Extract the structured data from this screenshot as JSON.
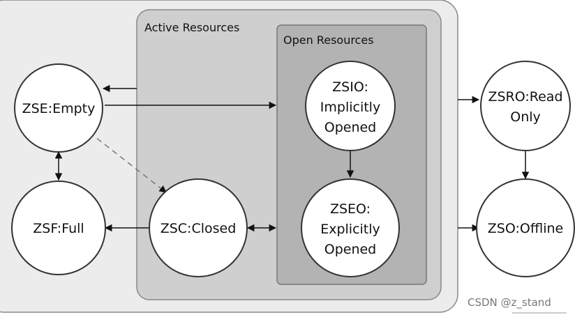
{
  "regions": {
    "active": "Active Resources",
    "open": "Open Resources"
  },
  "states": {
    "empty": [
      "ZSE:Empty"
    ],
    "full": [
      "ZSF:Full"
    ],
    "closed": [
      "ZSC:Closed"
    ],
    "implicit": [
      "ZSIO:",
      "Implicitly",
      "Opened"
    ],
    "explicit": [
      "ZSEO:",
      "Explicitly",
      "Opened"
    ],
    "readonly": [
      "ZSRO:Read",
      "Only"
    ],
    "offline": [
      "ZSO:Offline"
    ]
  },
  "watermark": "CSDN @z_stand",
  "colors": {
    "outer_fill": "#ececec",
    "active_fill": "#cfcfcf",
    "open_fill": "#b3b3b3",
    "stroke": "#555555",
    "circle_fill": "#ffffff",
    "arrow": "#111111"
  }
}
